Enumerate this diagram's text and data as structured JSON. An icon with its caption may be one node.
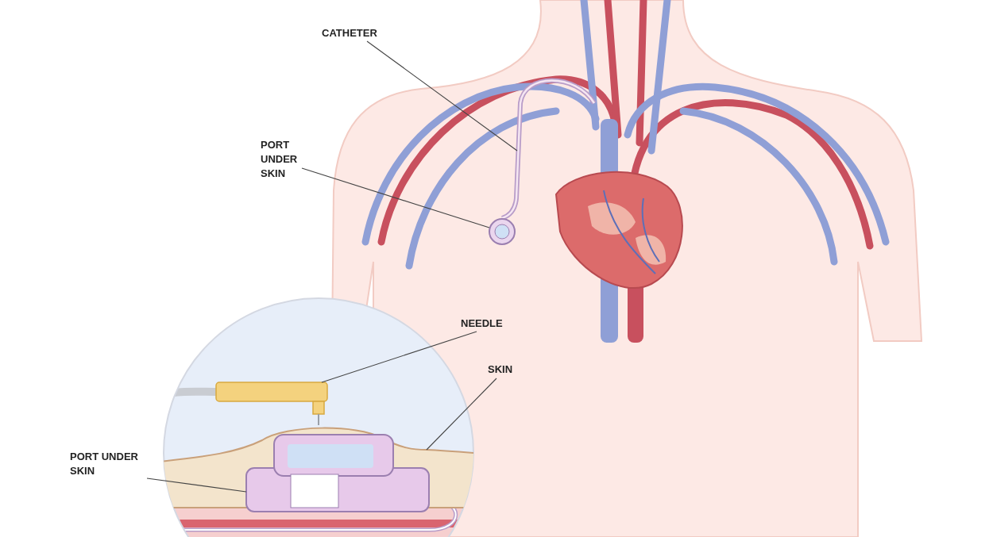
{
  "diagram": {
    "nodes": [
      {
        "text": [
          "CATHETER"
        ]
      },
      {
        "text": [],
        "shape": "picture"
      },
      {
        "text": [
          "PORT UNDER SKIN"
        ]
      },
      {
        "text": [],
        "shape": "picture"
      },
      {
        "text": [
          "NEEDLE"
        ]
      },
      {
        "text": [],
        "shape": "picture"
      },
      {
        "text": [
          "SKIN"
        ]
      },
      {
        "text": [],
        "shape": "picture"
      },
      {
        "text": [
          "PORT UNDER SKIN"
        ]
      },
      {
        "text": [],
        "shape": "picture"
      }
    ],
    "edges": [
      {
        "from": 0,
        "to": 1,
        "arrow": "none"
      },
      {
        "from": 2,
        "to": 3,
        "arrow": "none"
      },
      {
        "from": 4,
        "to": 5,
        "arrow": "none"
      },
      {
        "from": 6,
        "to": 7,
        "arrow": "none"
      },
      {
        "from": 8,
        "to": 9,
        "arrow": "none"
      }
    ]
  }
}
